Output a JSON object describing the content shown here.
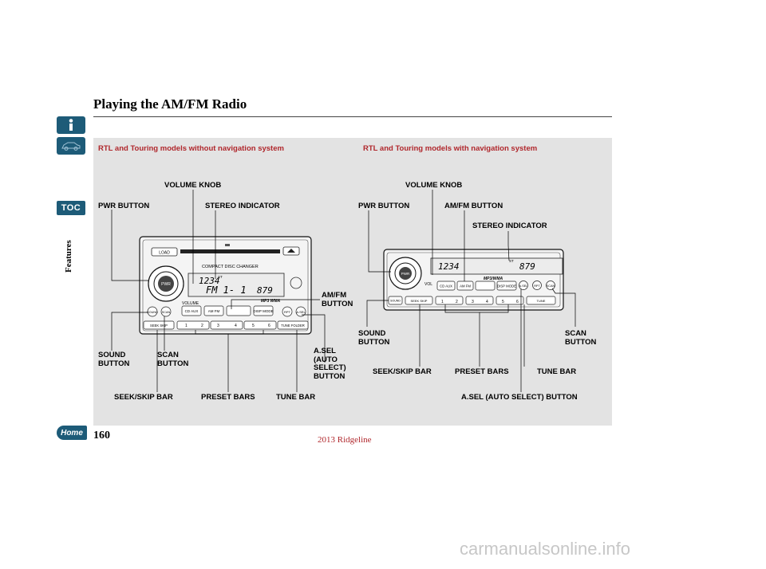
{
  "sidebar": {
    "toc_label": "TOC",
    "home_label": "Home",
    "section_label": "Features"
  },
  "page": {
    "title": "Playing the AM/FM Radio",
    "page_number": "160",
    "model_year": "2013 Ridgeline",
    "watermark": "carmanualsonline.info"
  },
  "left_unit": {
    "heading": "RTL and Touring models without navigation system",
    "volume_knob": "VOLUME KNOB",
    "pwr_button": "PWR BUTTON",
    "stereo_indicator": "STEREO INDICATOR",
    "amfm_line1": "AM/FM",
    "amfm_line2": "BUTTON",
    "asel_line1": "A.SEL",
    "asel_line2": "(AUTO",
    "asel_line3": "SELECT)",
    "asel_line4": "BUTTON",
    "sound_line1": "SOUND",
    "sound_line2": "BUTTON",
    "scan_line1": "SCAN",
    "scan_line2": "BUTTON",
    "seek_skip_bar": "SEEK/SKIP BAR",
    "preset_bars": "PRESET BARS",
    "tune_bar": "TUNE BAR",
    "radio": {
      "load": "LOAD",
      "changer": "COMPACT DISC CHANGER",
      "freq_main": "1234",
      "band": "FM 1- 1",
      "freq_small": "879",
      "st": "ST",
      "mp3": "MP3 WMA",
      "pwr": "PWR",
      "volume": "VOLUME",
      "sound": "SOUND",
      "scan": "SCAN",
      "cd_aux": "CD AUX",
      "am_fm": "AM FM",
      "disp_mode": "DISP MODE",
      "rpt": "RPT",
      "a_sel": "A.SEL",
      "seek_skip": "SEEK SKIP",
      "tune": "TUNE FOLDER",
      "presets": [
        "1",
        "2",
        "3",
        "4",
        "5",
        "6"
      ]
    }
  },
  "right_unit": {
    "heading": "RTL and Touring models with navigation system",
    "volume_knob": "VOLUME KNOB",
    "pwr_button": "PWR BUTTON",
    "amfm_button": "AM/FM BUTTON",
    "stereo_indicator": "STEREO INDICATOR",
    "sound_line1": "SOUND",
    "sound_line2": "BUTTON",
    "scan_line1": "SCAN",
    "scan_line2": "BUTTON",
    "seek_skip_bar": "SEEK/SKIP BAR",
    "preset_bars": "PRESET BARS",
    "tune_bar": "TUNE BAR",
    "asel_button": "A.SEL (AUTO SELECT) BUTTON",
    "radio": {
      "freq_main": "1234",
      "freq_small": "879",
      "st": "ST",
      "mp3": "MP3/WMA",
      "pwr": "PWR",
      "vol": "VOL",
      "sound": "SOUND",
      "cd_aux": "CD AUX",
      "am_fm": "AM FM",
      "disp_mode": "DISP MODE",
      "a_sel": "A.SEL",
      "rpt": "RPT",
      "scan": "SCAN",
      "seek_skip": "SEEK SKIP",
      "tune": "TUNE",
      "presets": [
        "1",
        "2",
        "3",
        "4",
        "5",
        "6"
      ]
    }
  },
  "colors": {
    "accent_red": "#b0272c",
    "badge_blue": "#1d5b78",
    "panel_gray": "#e3e3e3"
  }
}
